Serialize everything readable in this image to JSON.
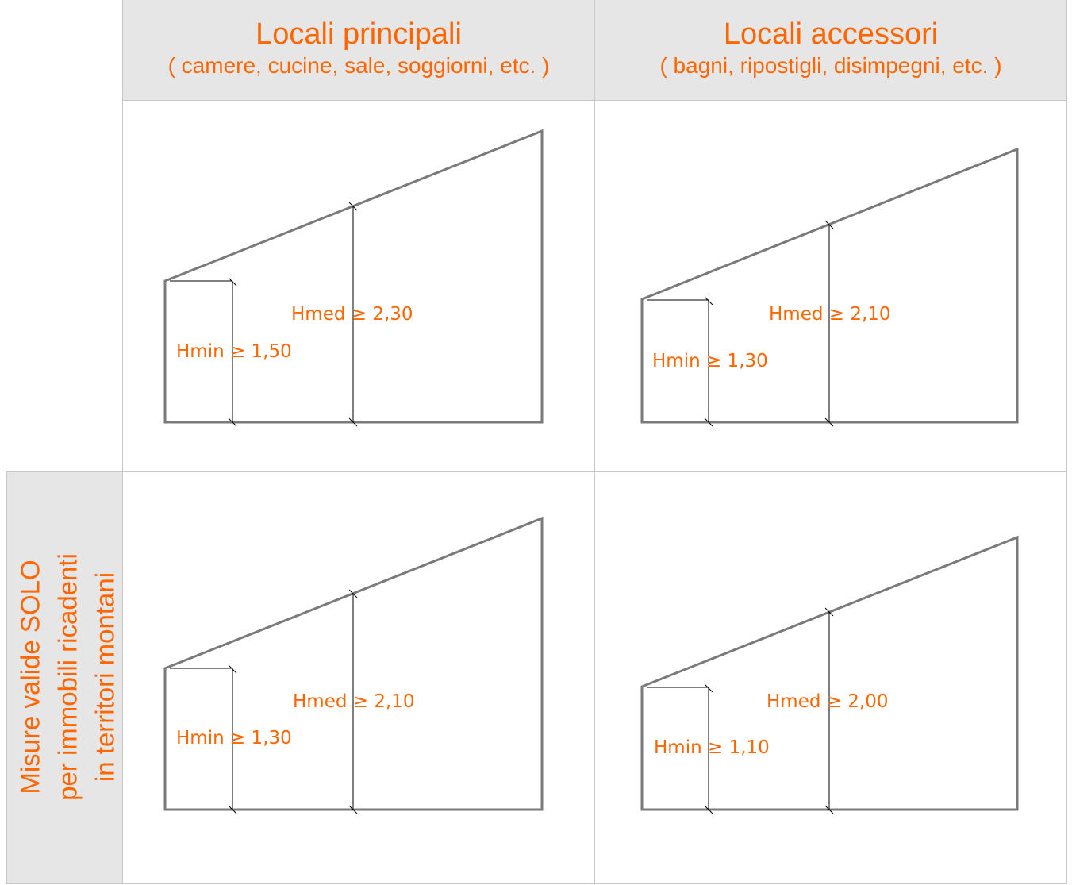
{
  "header": {
    "col1": {
      "title": "Locali principali",
      "subtitle": "( camere, cucine, sale, soggiorni, etc. )"
    },
    "col2": {
      "title": "Locali accessori",
      "subtitle": "( bagni, ripostigli, disimpegni, etc. )"
    }
  },
  "side_label": {
    "line1": "Misure valide SOLO",
    "line2": "per immobili ricadenti",
    "line3": "in territori montani"
  },
  "diagrams": {
    "top_left": {
      "hmin": "Hmin ≥ 1,50",
      "hmed": "Hmed ≥ 2,30"
    },
    "top_right": {
      "hmin": "Hmin ≥ 1,30",
      "hmed": "Hmed ≥ 2,10"
    },
    "bottom_left": {
      "hmin": "Hmin ≥ 1,30",
      "hmed": "Hmed ≥ 2,10"
    },
    "bottom_right": {
      "hmin": "Hmin ≥ 1,10",
      "hmed": "Hmed ≥ 2,00"
    }
  },
  "colors": {
    "accent": "#ff6600",
    "header_bg": "#e6e6e6",
    "shape_stroke": "#7a7a7a"
  }
}
